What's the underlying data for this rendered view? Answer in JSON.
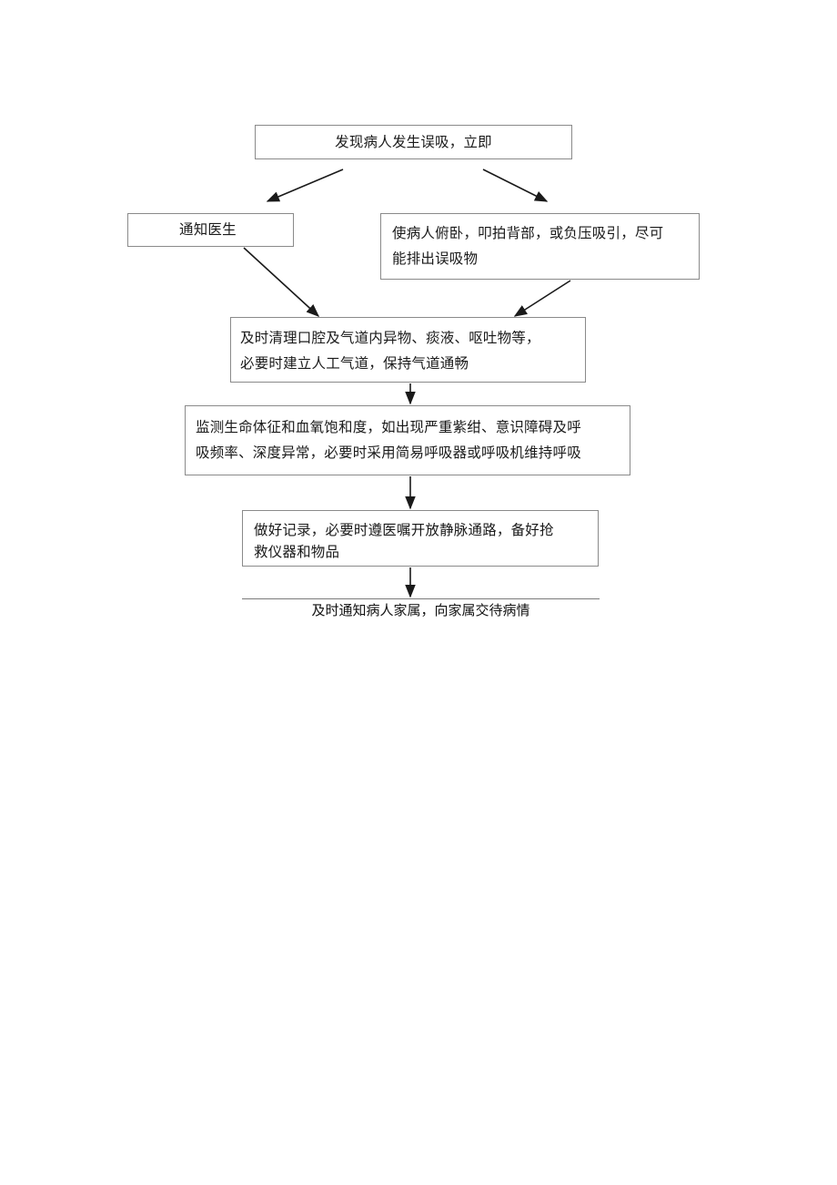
{
  "flowchart": {
    "discover": "发现病人发生误吸，立即",
    "notify_doctor": "通知医生",
    "position_lines": [
      "使病人俯卧，叩拍背部，或负压吸引，尽可",
      "能排出误吸物"
    ],
    "clear_airway_lines": [
      "及时清理口腔及气道内异物、痰液、呕吐物等，",
      "必要时建立人工气道，保持气道通畅"
    ],
    "monitor_lines": [
      "监测生命体征和血氧饱和度，如出现严重紫绀、意识障碍及呼",
      "吸频率、深度异常，必要时采用简易呼吸器或呼吸机维持呼吸"
    ],
    "record_lines": [
      "做好记录，必要时遵医嘱开放静脉通路，备好抢",
      "救仪器和物品"
    ],
    "final_step": "及时通知病人家属，向家属交待病情"
  }
}
